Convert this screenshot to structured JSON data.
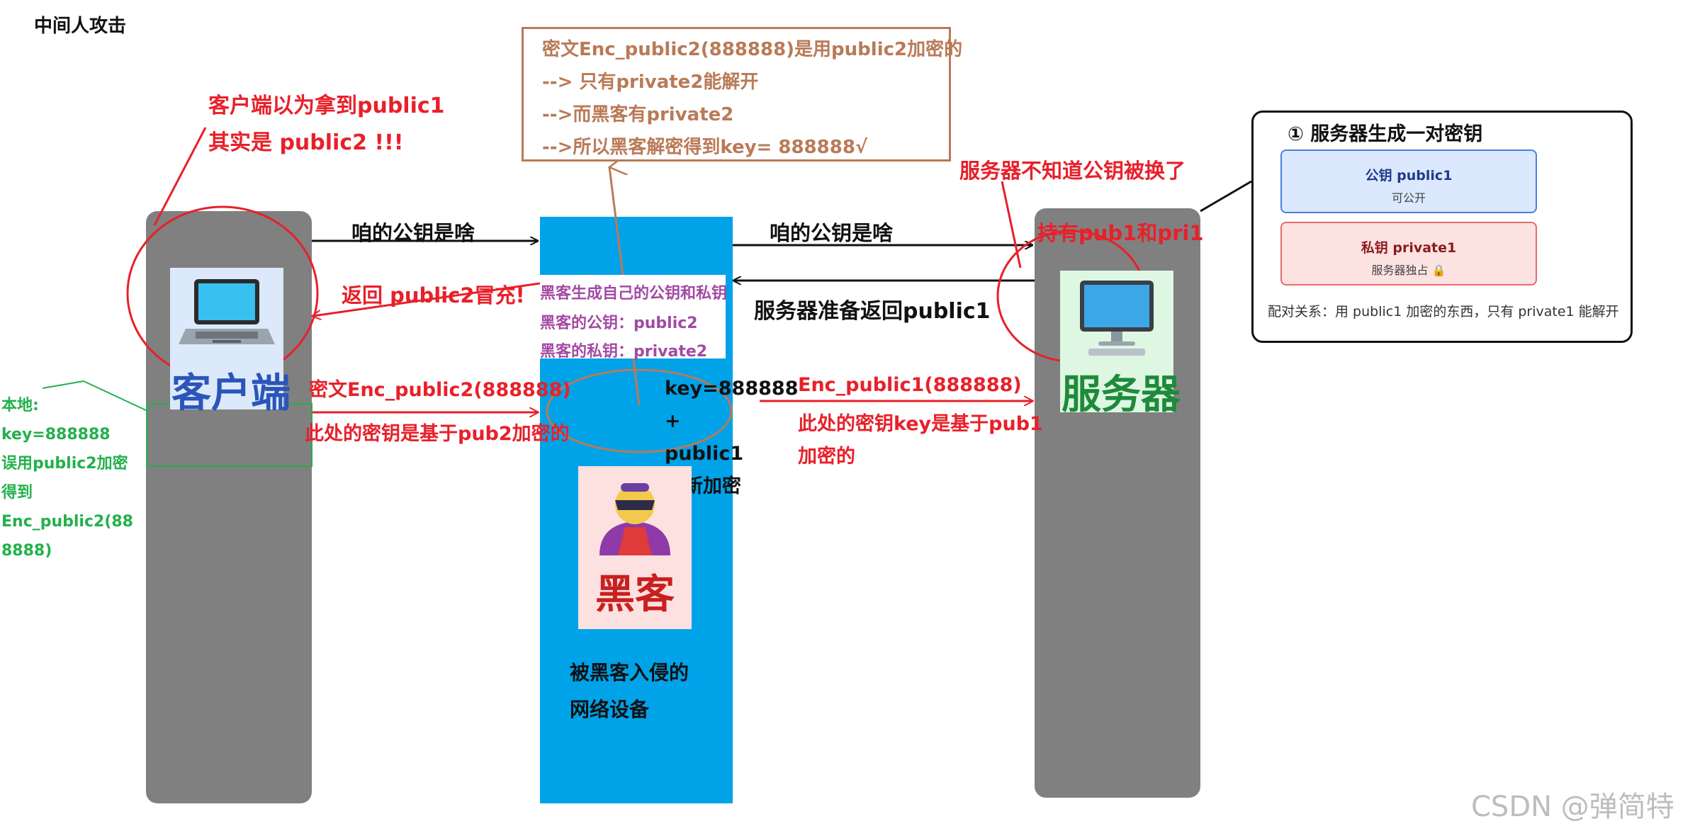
{
  "diagram_title": "中间人攻击",
  "colors": {
    "lane_gray": "#808080",
    "hacker_lane": "#00a2e8",
    "annotation_red": "#e8202a",
    "note_green": "#22b14c",
    "hacker_purple": "#a349a4",
    "callout_brown": "#b97a57"
  },
  "client": {
    "icon": "laptop-icon",
    "label": "客户端",
    "belief_line1": "客户端以为拿到public1",
    "belief_line2": "其实是 public2 !!!",
    "local_note": [
      "本地:",
      "key=888888",
      "误用public2加密",
      "得到",
      "Enc_public2(88",
      "8888)"
    ]
  },
  "hacker": {
    "icon": "hacker-icon",
    "label": "黑客",
    "generates": "黑客生成自己的公钥和私钥",
    "public_key": "黑客的公钥：public2",
    "private_key": "黑客的私钥：private2",
    "reencrypt": [
      "key=888888",
      "+",
      "public1",
      "重新加密"
    ],
    "caption": [
      "被黑客入侵的",
      "网络设备"
    ]
  },
  "server": {
    "icon": "desktop-computer-icon",
    "label": "服务器",
    "holds": "持有pub1和pri1",
    "unaware": "服务器不知道公钥被换了"
  },
  "messages": {
    "ask_left": "咱的公钥是啥",
    "ask_right": "咱的公钥是啥",
    "server_return": "服务器准备返回public1",
    "fake_return": "返回 public2冒充!",
    "cipher_left": "密文Enc_public2(888888)",
    "cipher_left_note": "此处的密钥是基于pub2加密的",
    "cipher_right": "Enc_public1(888888)",
    "cipher_right_note": [
      "此处的密钥key是基于pub1",
      "加密的"
    ]
  },
  "callout": {
    "lines": [
      "密文Enc_public2(888888)是用public2加密的",
      "--> 只有private2能解开",
      "-->而黑客有private2",
      "-->所以黑客解密得到key= 888888√"
    ]
  },
  "key_card": {
    "title": "① 服务器生成一对密钥",
    "public": {
      "name": "公钥 public1",
      "note": "可公开"
    },
    "private": {
      "name": "私钥 private1",
      "note": "服务器独占 🔒"
    },
    "relation": "配对关系：用 public1 加密的东西，只有 private1 能解开"
  },
  "watermark": "CSDN @弹简特"
}
